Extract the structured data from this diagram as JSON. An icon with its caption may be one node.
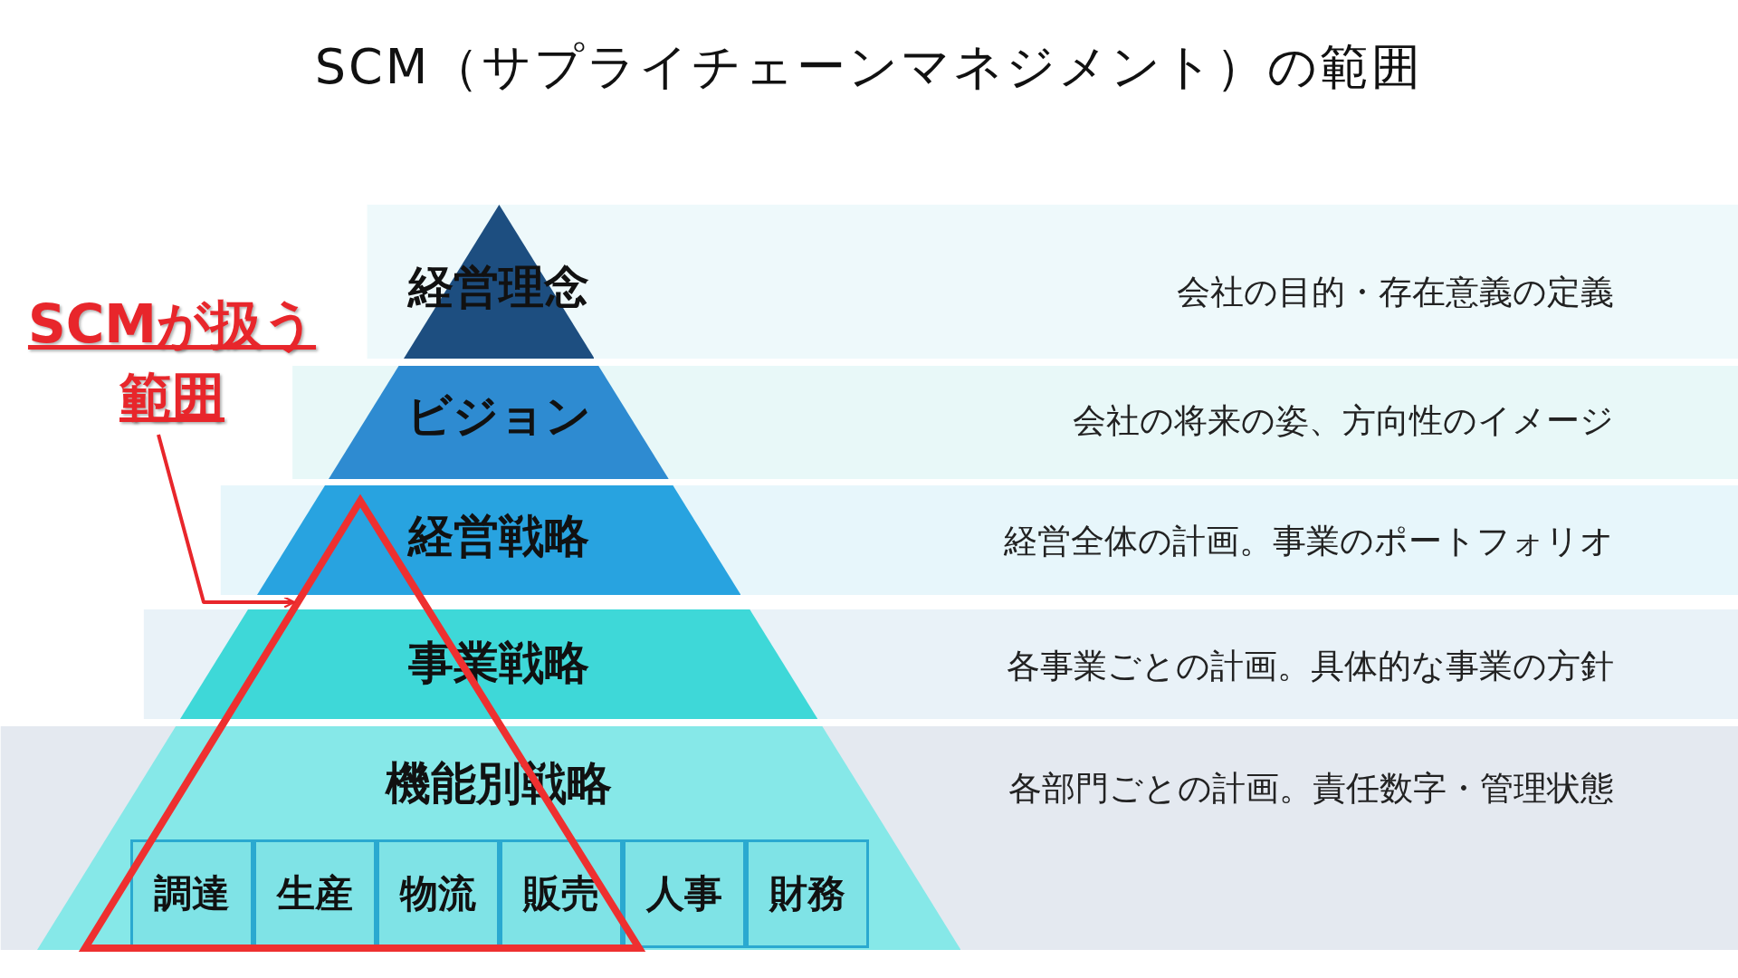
{
  "diagram": {
    "title": "SCM（サプライチェーンマネジメント）の範囲",
    "nodes": [
      {
        "text": [
          "経営理念"
        ]
      },
      {
        "text": [
          "ビジョン"
        ]
      },
      {
        "text": [
          "経営戦略"
        ]
      },
      {
        "text": [
          "事業戦略"
        ]
      },
      {
        "text": [
          "機能別戦略"
        ]
      },
      {
        "text": [
          "調達"
        ]
      },
      {
        "text": [
          "生産"
        ]
      },
      {
        "text": [
          "物流"
        ]
      },
      {
        "text": [
          "販売"
        ]
      },
      {
        "text": [
          "人事"
        ],
        "in": 4
      },
      {
        "text": [
          "財務"
        ],
        "in": 4
      },
      {
        "text": [
          "SCMが扱う範囲"
        ]
      },
      {
        "text": [],
        "shape": "triangle"
      }
    ],
    "edges": [
      {
        "from": 11,
        "to": 12,
        "arrow": "to"
      }
    ],
    "labels": [
      "会社の目的・存在意義の定義",
      "会社の将来の姿、方向性のイメージ",
      "経営全体の計画。事業のポートフォリオ",
      "各事業ごとの計画。具体的な事業の方針",
      "各部門ごとの計画。責任数字・管理状態"
    ]
  }
}
